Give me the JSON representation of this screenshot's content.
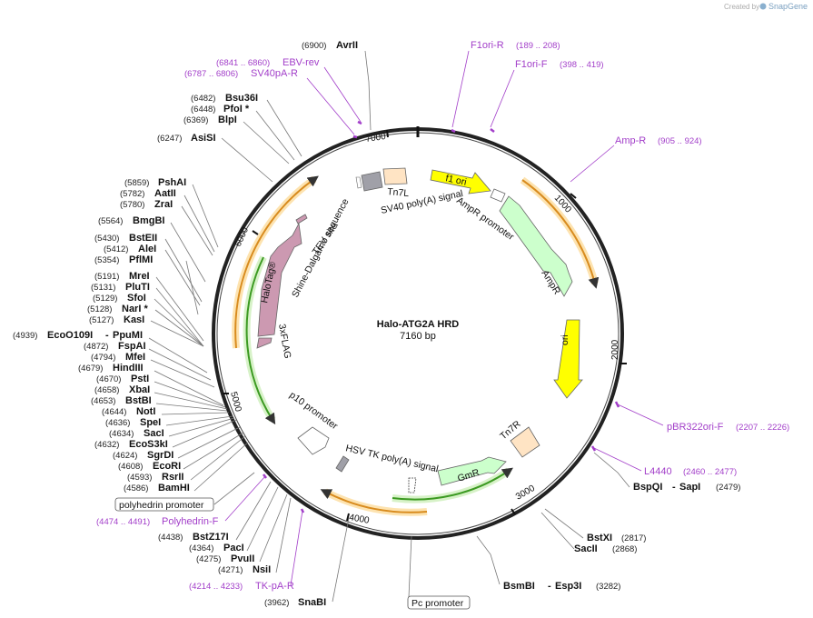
{
  "watermark": {
    "prefix": "Created by",
    "brand": "SnapGene"
  },
  "map": {
    "name": "Halo-ATG2A HRD",
    "size": "7160 bp",
    "length": 7160
  },
  "ticks": [
    "1000",
    "2000",
    "3000",
    "4000",
    "5000",
    "6000",
    "7000"
  ],
  "sites": [
    {
      "pos": "(6900)",
      "name": "AvrII"
    },
    {
      "pos": "(6482)",
      "name": "Bsu36I"
    },
    {
      "pos": "(6448)",
      "name": "PfoI *"
    },
    {
      "pos": "(6369)",
      "name": "BlpI"
    },
    {
      "pos": "(6247)",
      "name": "AsiSI"
    },
    {
      "pos": "(5859)",
      "name": "PshAI"
    },
    {
      "pos": "(5782)",
      "name": "AatII"
    },
    {
      "pos": "(5780)",
      "name": "ZraI"
    },
    {
      "pos": "(5564)",
      "name": "BmgBI"
    },
    {
      "pos": "(5430)",
      "name": "BstEII"
    },
    {
      "pos": "(5412)",
      "name": "AleI"
    },
    {
      "pos": "(5354)",
      "name": "PflMI"
    },
    {
      "pos": "(5191)",
      "name": "MreI"
    },
    {
      "pos": "(5131)",
      "name": "PluTI"
    },
    {
      "pos": "(5129)",
      "name": "SfoI"
    },
    {
      "pos": "(5128)",
      "name": "NarI *"
    },
    {
      "pos": "(5127)",
      "name": "KasI"
    },
    {
      "pos": "(4939)",
      "name": "EcoO109I",
      "name2": "PpuMI"
    },
    {
      "pos": "(4872)",
      "name": "FspAI"
    },
    {
      "pos": "(4794)",
      "name": "MfeI"
    },
    {
      "pos": "(4679)",
      "name": "HindIII"
    },
    {
      "pos": "(4670)",
      "name": "PstI"
    },
    {
      "pos": "(4658)",
      "name": "XbaI"
    },
    {
      "pos": "(4653)",
      "name": "BstBI"
    },
    {
      "pos": "(4644)",
      "name": "NotI"
    },
    {
      "pos": "(4636)",
      "name": "SpeI"
    },
    {
      "pos": "(4634)",
      "name": "SacI"
    },
    {
      "pos": "(4632)",
      "name": "EcoS3kI"
    },
    {
      "pos": "(4624)",
      "name": "SgrDI"
    },
    {
      "pos": "(4608)",
      "name": "EcoRI"
    },
    {
      "pos": "(4593)",
      "name": "RsrII"
    },
    {
      "pos": "(4586)",
      "name": "BamHI"
    },
    {
      "pos": "(4438)",
      "name": "BstZ17I"
    },
    {
      "pos": "(4364)",
      "name": "PacI"
    },
    {
      "pos": "(4275)",
      "name": "PvuII"
    },
    {
      "pos": "(4271)",
      "name": "NsiI"
    },
    {
      "pos": "(3962)",
      "name": "SnaBI"
    },
    {
      "pos": "(3282)",
      "name": "BsmBI",
      "name2": "Esp3I"
    },
    {
      "pos": "(2817)",
      "name": "BstXI"
    },
    {
      "pos": "(2868)",
      "name": "SacII"
    },
    {
      "pos": "(2479)",
      "name": "BspQI",
      "name2": "SapI"
    }
  ],
  "primers": [
    {
      "name": "F1ori-R",
      "range": "(189 .. 208)"
    },
    {
      "name": "F1ori-F",
      "range": "(398 .. 419)"
    },
    {
      "name": "Amp-R",
      "range": "(905 .. 924)"
    },
    {
      "name": "pBR322ori-F",
      "range": "(2207 .. 2226)"
    },
    {
      "name": "L4440",
      "range": "(2460 .. 2477)"
    },
    {
      "name": "EBV-rev",
      "range": "(6841 .. 6860)"
    },
    {
      "name": "SV40pA-R",
      "range": "(6787 .. 6806)"
    },
    {
      "name": "Polyhedrin-F",
      "range": "(4474 .. 4491)"
    },
    {
      "name": "TK-pA-R",
      "range": "(4214 .. 4233)"
    }
  ],
  "promoter_boxes": [
    "polyhedrin promoter",
    "Pc promoter"
  ],
  "features": {
    "f1ori": "f1 ori",
    "ampr_promoter": "AmpR promoter",
    "ampr": "AmpR",
    "ori": "ori",
    "tn7r": "Tn7R",
    "gmr": "GmR",
    "hsv_tk": "HSV TK poly(A) signal",
    "p10": "p10 promoter",
    "flag": "3xFLAG",
    "halotag": "HaloTag®",
    "shine": "Shine-Dalgarno sequence",
    "tev": "TEV site",
    "sv40": "SV40 poly(A) signal",
    "tn7l": "Tn7L"
  },
  "colors": {
    "ori": "#ffff00",
    "ampr": "#ccffcc",
    "halotag": "#cc99b1",
    "tn7": "#ffe4c4",
    "primer": "#a23ec9",
    "orf_arc": "#e8a33c",
    "green_arc": "#66bb44",
    "gray_box": "#a0a0a8"
  }
}
